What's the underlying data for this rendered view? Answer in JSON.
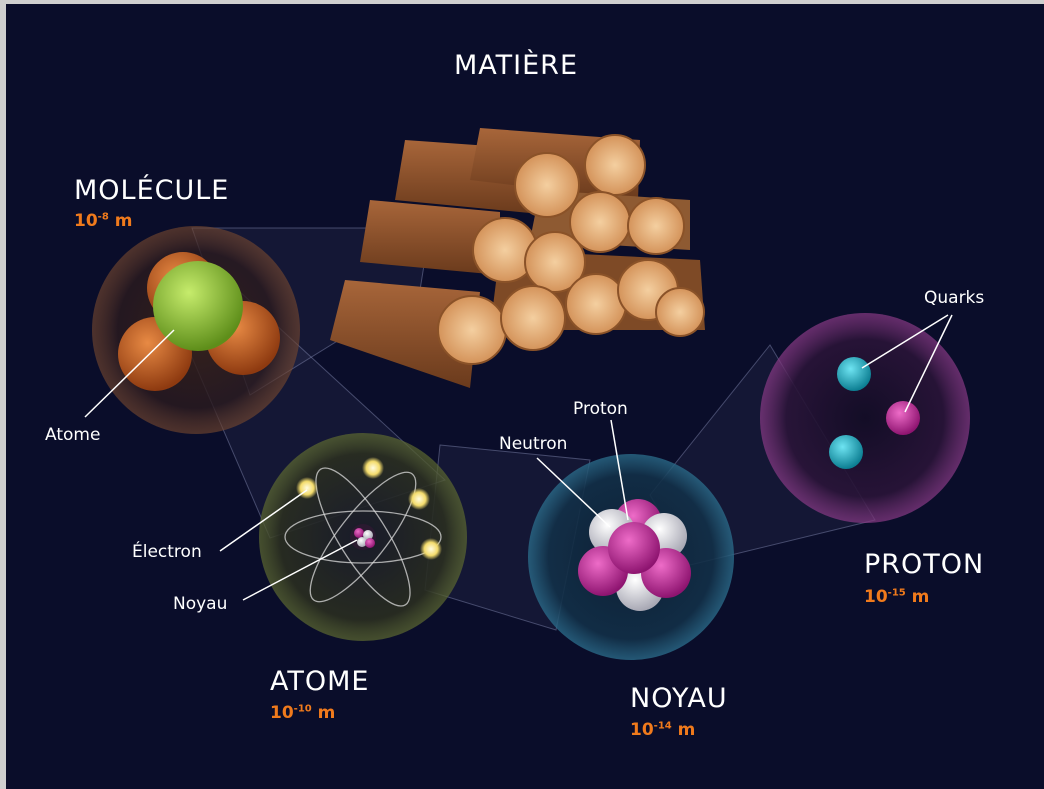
{
  "matiere": {
    "title": "MATIÈRE"
  },
  "molecule": {
    "title": "MOLÉCULE",
    "scale_base": "10",
    "scale_exp": "-8",
    "scale_unit": " m",
    "label_atome": "Atome"
  },
  "atome": {
    "title": "ATOME",
    "scale_base": "10",
    "scale_exp": "-10",
    "scale_unit": " m",
    "label_electron": "Électron",
    "label_noyau": "Noyau"
  },
  "noyau": {
    "title": "NOYAU",
    "scale_base": "10",
    "scale_exp": "-14",
    "scale_unit": " m",
    "label_proton": "Proton",
    "label_neutron": "Neutron"
  },
  "proton": {
    "title": "PROTON",
    "scale_base": "10",
    "scale_exp": "-15",
    "scale_unit": " m",
    "label_quarks": "Quarks"
  },
  "colors": {
    "background": "#0a0d2a",
    "scale": "#f07a1c",
    "proton": "#c4339f",
    "neutron": "#e8e8ec",
    "quark_cyan": "#19b3c8",
    "quark_magenta": "#c8239f",
    "atom_green": "#8ec43a",
    "atom_orange": "#c45a1e",
    "electron": "#f5e07a"
  }
}
